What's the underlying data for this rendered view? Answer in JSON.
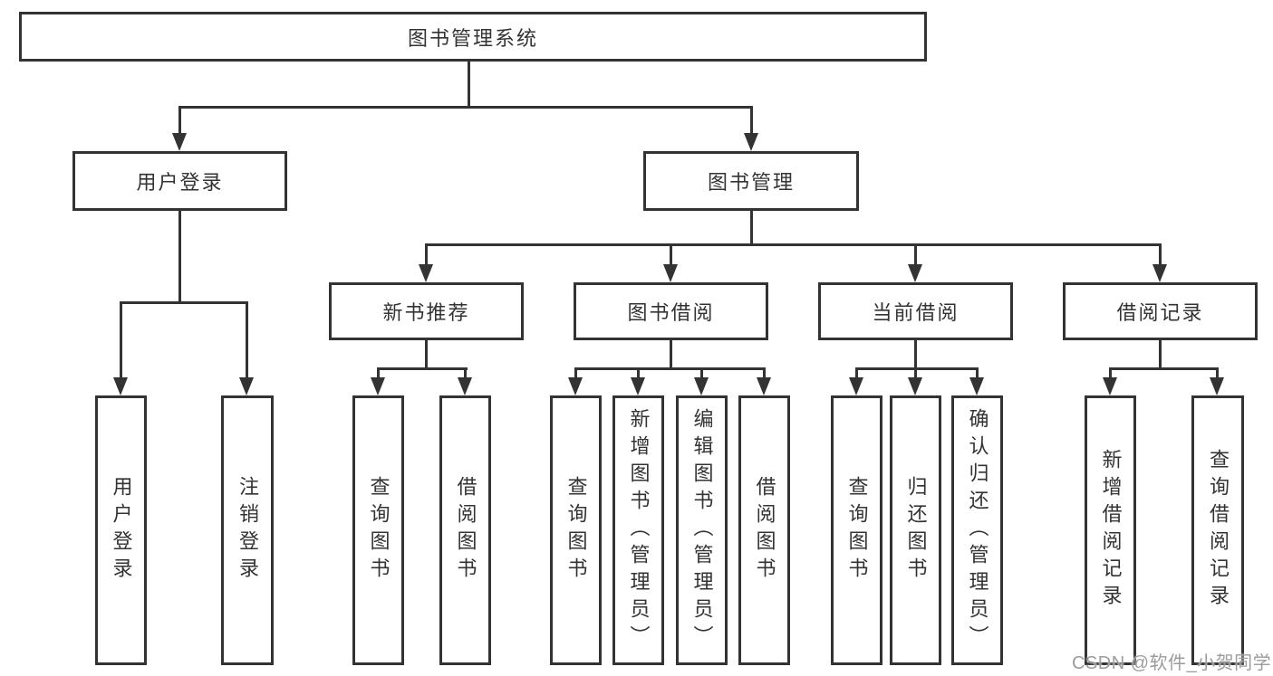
{
  "nodes": {
    "root": "图书管理系统",
    "level2": [
      "用户登录",
      "图书管理"
    ],
    "level3": [
      "新书推荐",
      "图书借阅",
      "当前借阅",
      "借阅记录"
    ],
    "leaves_user": [
      "用户登录",
      "注销登录"
    ],
    "leaves_newbook": [
      "查询图书",
      "借阅图书"
    ],
    "leaves_borrow": [
      "查询图书",
      "新增图书（管理员）",
      "编辑图书（管理员）",
      "借阅图书"
    ],
    "leaves_current": [
      "查询图书",
      "归还图书",
      "确认归还（管理员）"
    ],
    "leaves_record": [
      "新增借阅记录",
      "查询借阅记录"
    ]
  },
  "watermark": "CSDN @软件_小贺同学",
  "colors": {
    "line": "#333333",
    "text": "#333333",
    "watermark": "#9c9c9c",
    "background": "#ffffff"
  }
}
